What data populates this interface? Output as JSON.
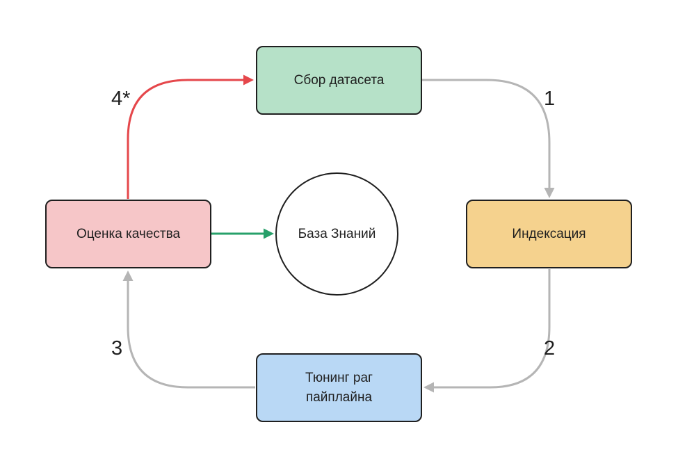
{
  "nodes": {
    "dataset": {
      "label": "Сбор датасета",
      "color": "#b6e1c8"
    },
    "indexing": {
      "label": "Индексация",
      "color": "#f5d28e"
    },
    "tuning": {
      "label": "Тюнинг раг\nпайплайна",
      "color": "#b9d8f5"
    },
    "quality": {
      "label": "Оценка качества",
      "color": "#f6c6c8"
    },
    "knowledge": {
      "label": "База Знаний",
      "color": "#ffffff"
    }
  },
  "edges": {
    "step1": {
      "label": "1",
      "color": "#b5b5b5"
    },
    "step2": {
      "label": "2",
      "color": "#b5b5b5"
    },
    "step3": {
      "label": "3",
      "color": "#b5b5b5"
    },
    "step4": {
      "label": "4*",
      "color": "#e5474b"
    },
    "to_knowledge": {
      "color": "#27a06a"
    }
  }
}
